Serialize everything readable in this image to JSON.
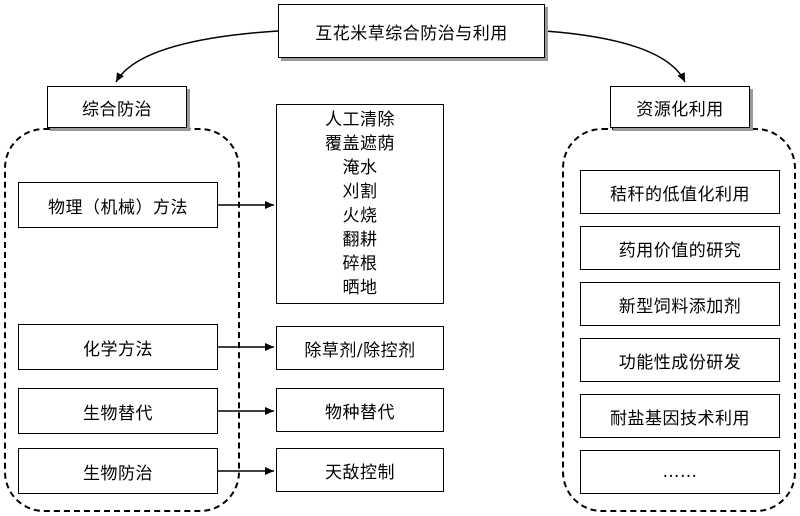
{
  "title": "互花米草综合防治与利用",
  "left": {
    "header": "综合防治",
    "methods": [
      "物理（机械）方法",
      "化学方法",
      "生物替代",
      "生物防治"
    ]
  },
  "middle": {
    "physical_methods": [
      "人工清除",
      "覆盖遮荫",
      "淹水",
      "刈割",
      "火烧",
      "翻耕",
      "碎根",
      "晒地"
    ],
    "chemical": "除草剂/除控剂",
    "replacement": "物种替代",
    "biocontrol": "天敌控制"
  },
  "right": {
    "header": "资源化利用",
    "items": [
      "秸秆的低值化利用",
      "药用价值的研究",
      "新型饲料添加剂",
      "功能性成份研发",
      "耐盐基因技术利用",
      "……"
    ]
  }
}
